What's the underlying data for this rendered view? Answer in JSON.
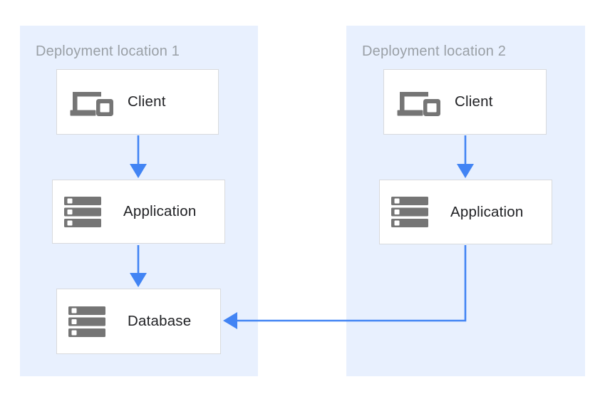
{
  "diagram": {
    "type": "architecture-diagram",
    "panels": [
      {
        "id": "location1",
        "label": "Deployment location 1",
        "nodes": [
          {
            "id": "client1",
            "label": "Client",
            "icon": "devices-icon"
          },
          {
            "id": "app1",
            "label": "Application",
            "icon": "server-stack-icon"
          },
          {
            "id": "db1",
            "label": "Database",
            "icon": "server-stack-icon"
          }
        ]
      },
      {
        "id": "location2",
        "label": "Deployment location 2",
        "nodes": [
          {
            "id": "client2",
            "label": "Client",
            "icon": "devices-icon"
          },
          {
            "id": "app2",
            "label": "Application",
            "icon": "server-stack-icon"
          }
        ]
      }
    ],
    "edges": [
      {
        "from": "client1",
        "to": "app1",
        "direction": "down"
      },
      {
        "from": "app1",
        "to": "db1",
        "direction": "down"
      },
      {
        "from": "client2",
        "to": "app2",
        "direction": "down"
      },
      {
        "from": "app2",
        "to": "db1",
        "direction": "down-then-left"
      }
    ],
    "colors": {
      "panel_background": "#e8f0fe",
      "panel_label_gray": "#9aa0a6",
      "node_background": "#ffffff",
      "node_border": "#d8dadd",
      "node_text": "#202124",
      "icon_gray": "#757575",
      "arrow_blue": "#4284f4",
      "page_background": "#ffffff"
    }
  }
}
